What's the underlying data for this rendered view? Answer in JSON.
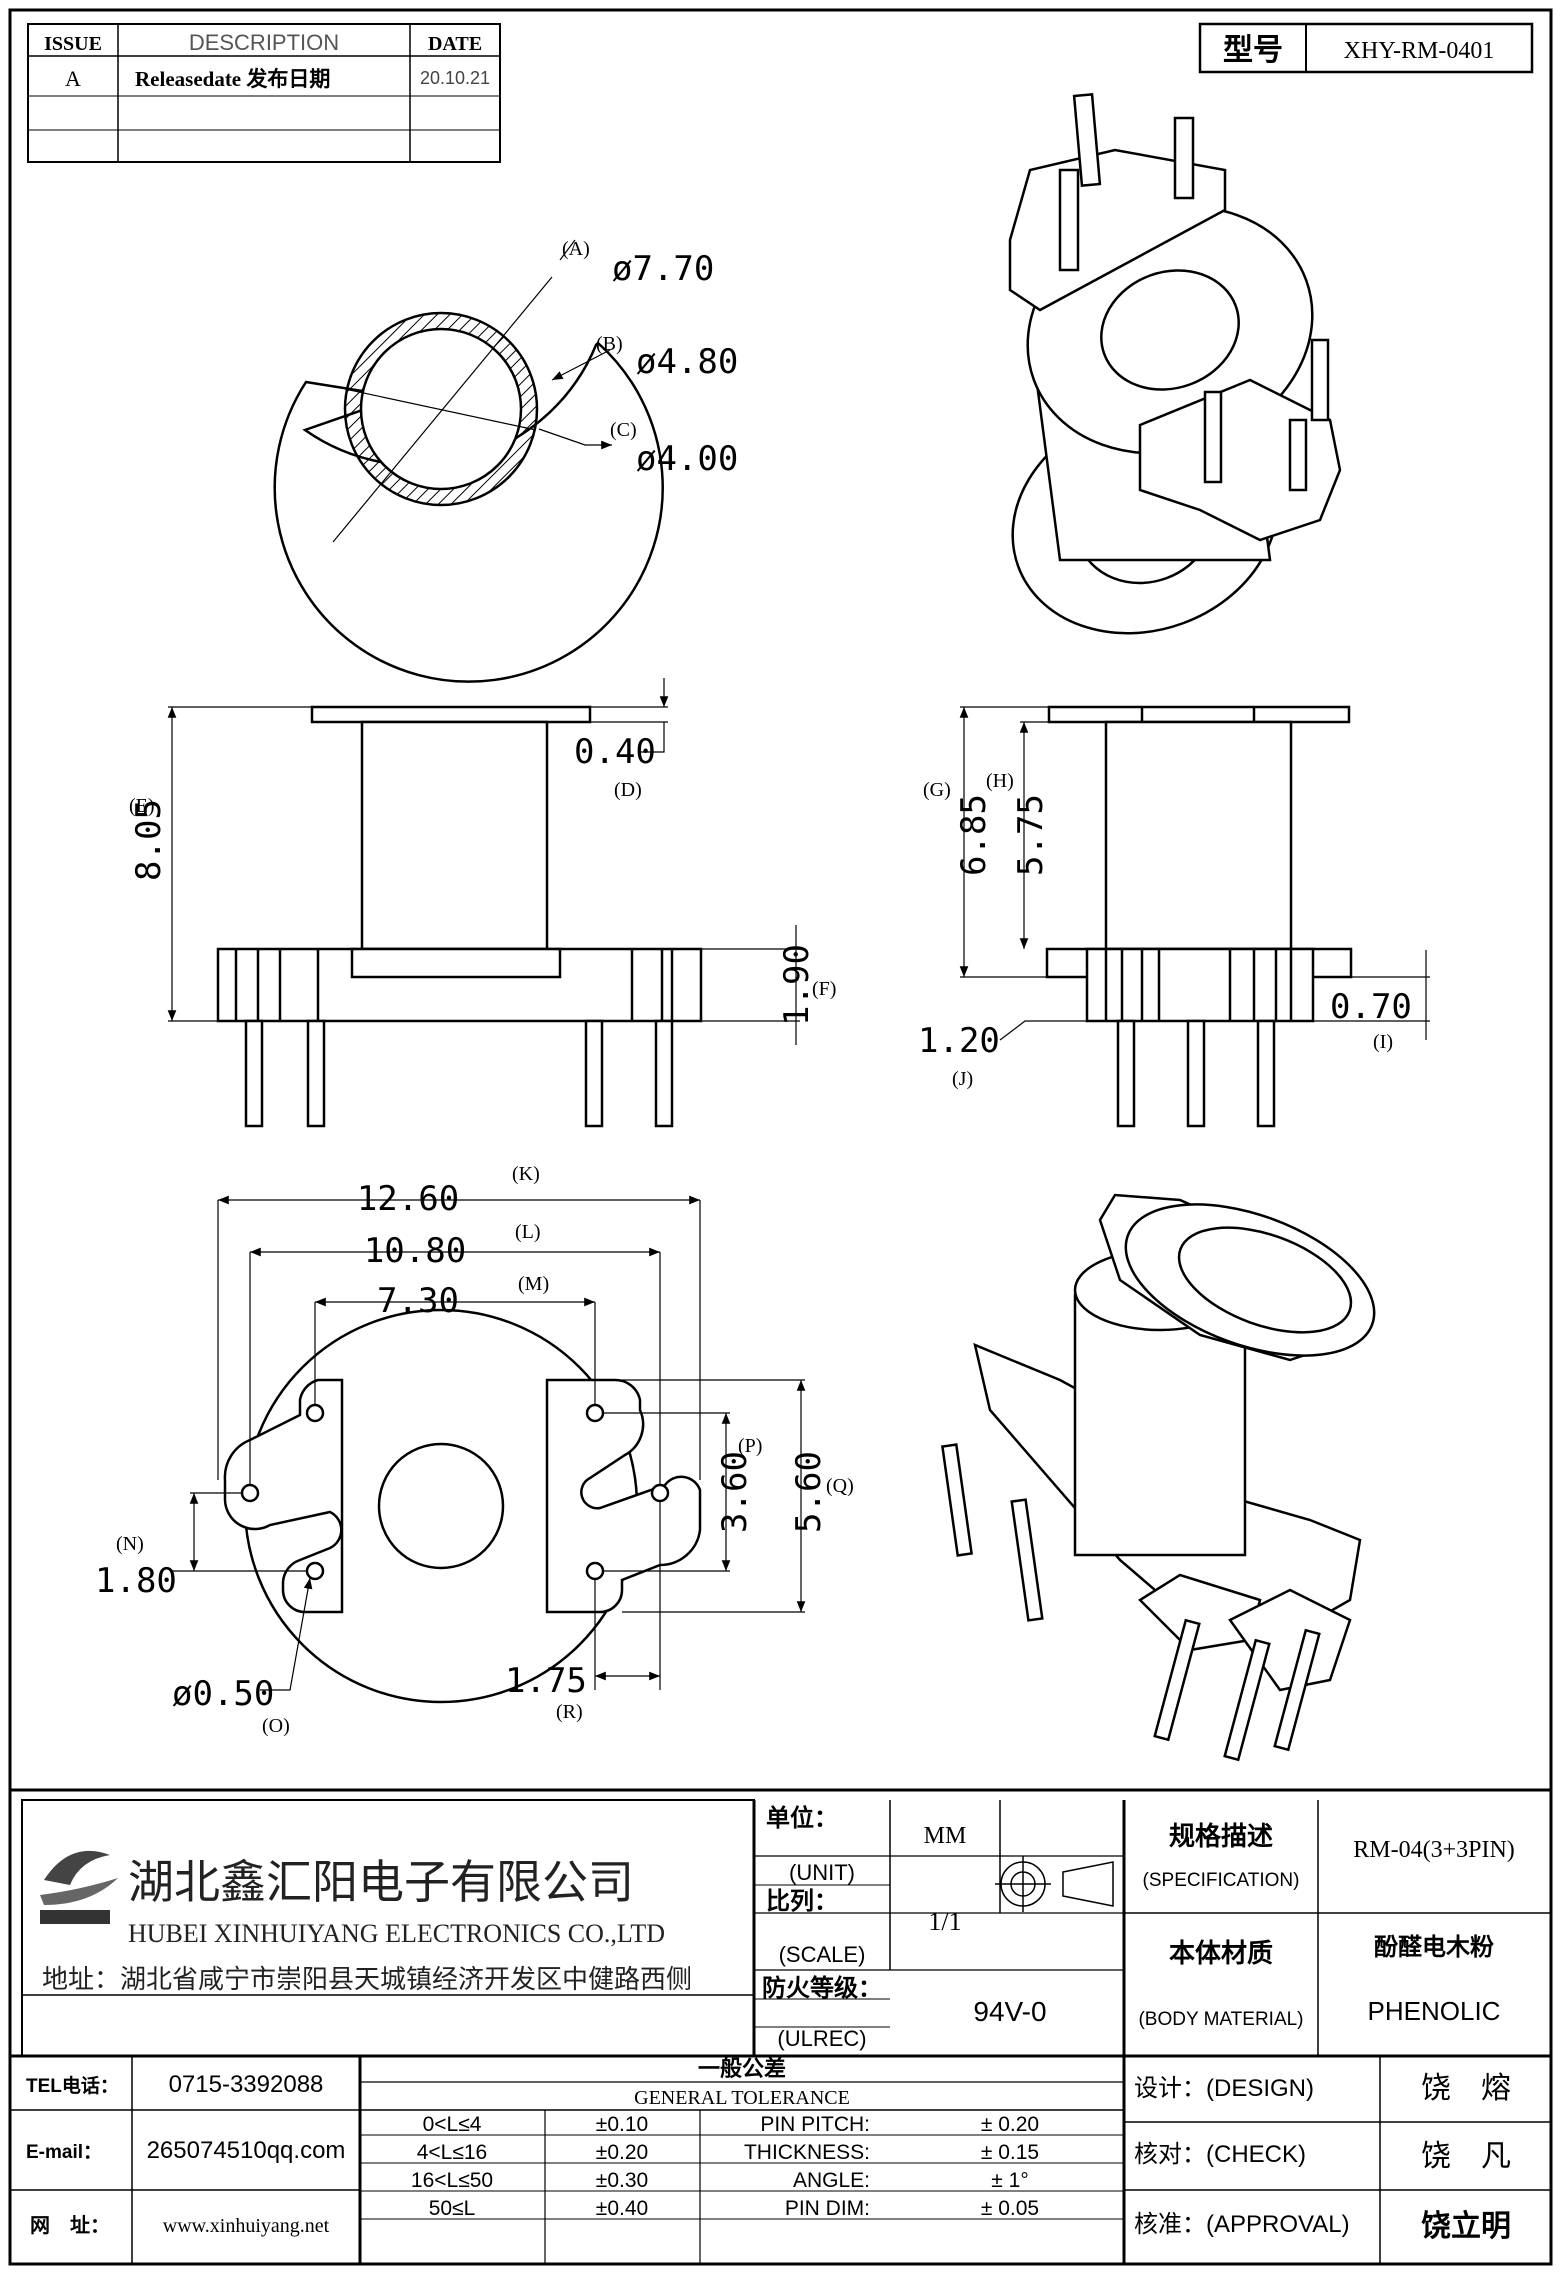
{
  "revision_table": {
    "headers": {
      "issue": "ISSUE",
      "description": "DESCRIPTION",
      "date": "DATE"
    },
    "rows": [
      {
        "issue": "A",
        "description": "Releasedate 发布日期",
        "date": "20.10.21"
      }
    ]
  },
  "model": {
    "label": "型号",
    "value": "XHY-RM-0401"
  },
  "dimensions": {
    "A": "(A)",
    "A_val": "ø7.70",
    "B": "(B)",
    "B_val": "ø4.80",
    "C": "(C)",
    "C_val": "ø4.00",
    "D": "(D)",
    "D_val": "0.40",
    "E": "(E)",
    "E_val": "8.05",
    "F": "(F)",
    "F_val": "1.90",
    "G": "(G)",
    "G_val": "6.85",
    "H": "(H)",
    "H_val": "5.75",
    "I": "(I)",
    "I_val": "0.70",
    "J": "(J)",
    "J_val": "1.20",
    "K": "(K)",
    "K_val": "12.60",
    "L": "(L)",
    "L_val": "10.80",
    "M": "(M)",
    "M_val": "7.30",
    "N": "(N)",
    "N_val": "1.80",
    "O": "(O)",
    "O_val": "ø0.50",
    "P": "(P)",
    "P_val": "3.60",
    "Q": "(Q)",
    "Q_val": "5.60",
    "R": "(R)",
    "R_val": "1.75"
  },
  "company": {
    "name_cn": "湖北鑫汇阳电子有限公司",
    "name_en": "HUBEI XINHUIYANG ELECTRONICS CO.,LTD",
    "address": "地址：湖北省咸宁市崇阳县天城镇经济开发区中健路西侧",
    "tel_label": "TEL电话：",
    "tel": "0715-3392088",
    "email_label": "E-mail：",
    "email": "265074510qq.com",
    "web_label": "网　址：",
    "web": "www.xinhuiyang.net"
  },
  "title_block": {
    "unit_cn": "单位：",
    "unit_en": "(UNIT)",
    "unit_val": "MM",
    "scale_cn": "比列：",
    "scale_en": "(SCALE)",
    "scale_val": "1/1",
    "fire_cn": "防火等级：",
    "fire_en": "(ULREC)",
    "fire_val": "94V-0",
    "spec_cn": "规格描述",
    "spec_en": "(SPECIFICATION)",
    "spec_val": "RM-04(3+3PIN)",
    "mat_cn": "本体材质",
    "mat_en": "(BODY MATERIAL)",
    "mat_val_cn": "酚醛电木粉",
    "mat_val_en": "PHENOLIC",
    "design_label": "设计：(DESIGN)",
    "design_name": "饶　熔",
    "check_label": "核对：(CHECK)",
    "check_name": "饶　凡",
    "approval_label": "核准：(APPROVAL)",
    "approval_name": "饶立明"
  },
  "tolerance": {
    "title_cn": "一般公差",
    "title_en": "GENERAL TOLERANCE",
    "ranges": [
      {
        "range": "0<L≤4",
        "tol": "±0.10"
      },
      {
        "range": "4<L≤16",
        "tol": "±0.20"
      },
      {
        "range": "16<L≤50",
        "tol": "±0.30"
      },
      {
        "range": "50≤L",
        "tol": "±0.40"
      }
    ],
    "items": [
      {
        "name": "PIN PITCH:",
        "val": "± 0.20"
      },
      {
        "name": "THICKNESS:",
        "val": "± 0.15"
      },
      {
        "name": "ANGLE:",
        "val": "± 1°"
      },
      {
        "name": "PIN DIM:",
        "val": "± 0.05"
      }
    ]
  }
}
